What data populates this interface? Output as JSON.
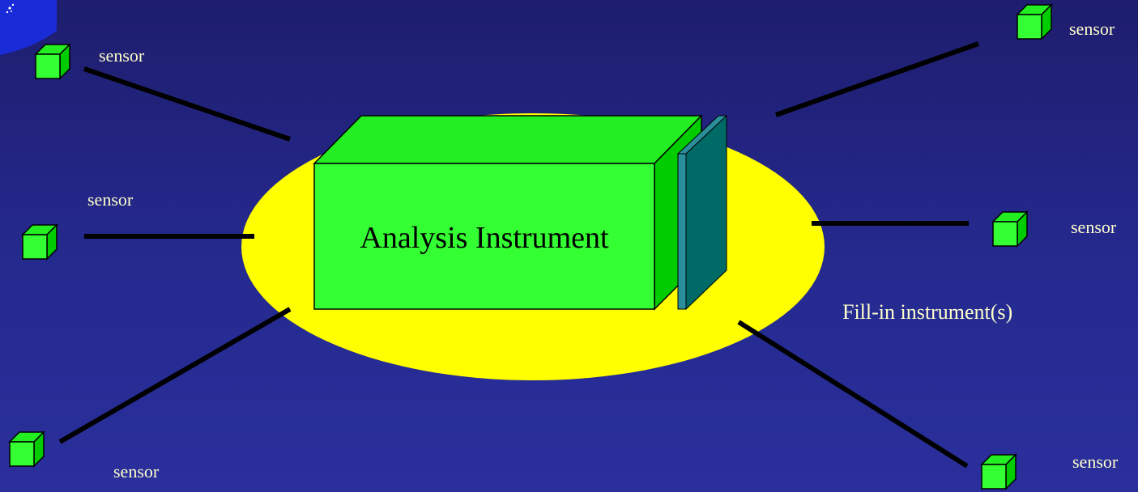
{
  "colors": {
    "background_top": "#1e1d6e",
    "background_bottom": "#2a2f9c",
    "halo": "#ffff00",
    "box_front": "#33ff33",
    "box_top": "#22ee22",
    "box_side": "#00cc00",
    "panel_front": "#006b66",
    "panel_side": "#2a8f9a",
    "wire": "#000000",
    "sensor_label": "#ffffcc",
    "fill_label": "#ffffcc",
    "main_label": "#000000"
  },
  "main_instrument": {
    "label": "Analysis Instrument"
  },
  "fill_in": {
    "label": "Fill-in instrument(s)"
  },
  "sensors": [
    {
      "id": "top-left",
      "label": "sensor"
    },
    {
      "id": "middle-left",
      "label": "sensor"
    },
    {
      "id": "bottom-left",
      "label": "sensor"
    },
    {
      "id": "top-right",
      "label": "sensor"
    },
    {
      "id": "middle-right",
      "label": "sensor"
    },
    {
      "id": "bottom-right",
      "label": "sensor"
    }
  ]
}
